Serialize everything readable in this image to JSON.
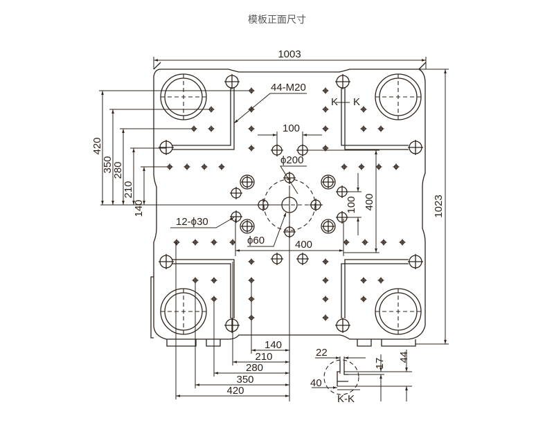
{
  "title": "模板正面尺寸",
  "dimensions": {
    "overall_width": "1003",
    "overall_height": "1023",
    "threads": "44-M20",
    "section_mark": "K",
    "section_mark_right": "K",
    "top_spacing": "100",
    "pcd": "ϕ200",
    "center_vertical_100": "100",
    "center_vertical_400": "400",
    "holes": "12-ϕ30",
    "center_hole": "ϕ60",
    "center_horizontal_400": "400",
    "left_vertical": [
      "420",
      "350",
      "280",
      "210",
      "140"
    ],
    "bottom_horizontal": [
      "140",
      "210",
      "280",
      "350",
      "420"
    ]
  },
  "section_detail": {
    "label": "K-K",
    "dim_22": "22",
    "dim_17": "17",
    "dim_44": "44",
    "dim_40": "40"
  }
}
